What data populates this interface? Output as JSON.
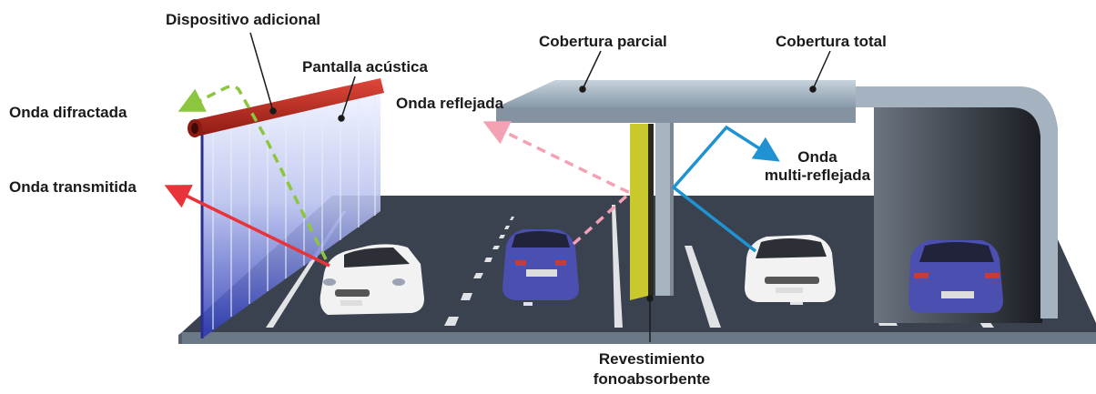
{
  "labels": {
    "dispositivo": "Dispositivo adicional",
    "pantalla": "Pantalla acústica",
    "onda_difractada": "Onda difractada",
    "onda_transmitida": "Onda transmitida",
    "onda_reflejada": "Onda reflejada",
    "cobertura_parcial": "Cobertura parcial",
    "cobertura_total": "Cobertura total",
    "onda_multi_line1": "Onda",
    "onda_multi_line2": "multi-reflejada",
    "revestimiento_line1": "Revestimiento",
    "revestimiento_line2": "fonoabsorbente"
  },
  "colors": {
    "difractada": "#8cc63f",
    "transmitida": "#e8333a",
    "reflejada": "#f4a1b4",
    "multi": "#1f93d2",
    "road": "#3a4250",
    "barrier_tube": "#c0281c",
    "barrier_glass": "#6b78c8",
    "absorbent": "#c9c82c",
    "roof": "#9aaab8",
    "car_white": "#f2f2f2",
    "car_blue": "#4a4fb0"
  }
}
